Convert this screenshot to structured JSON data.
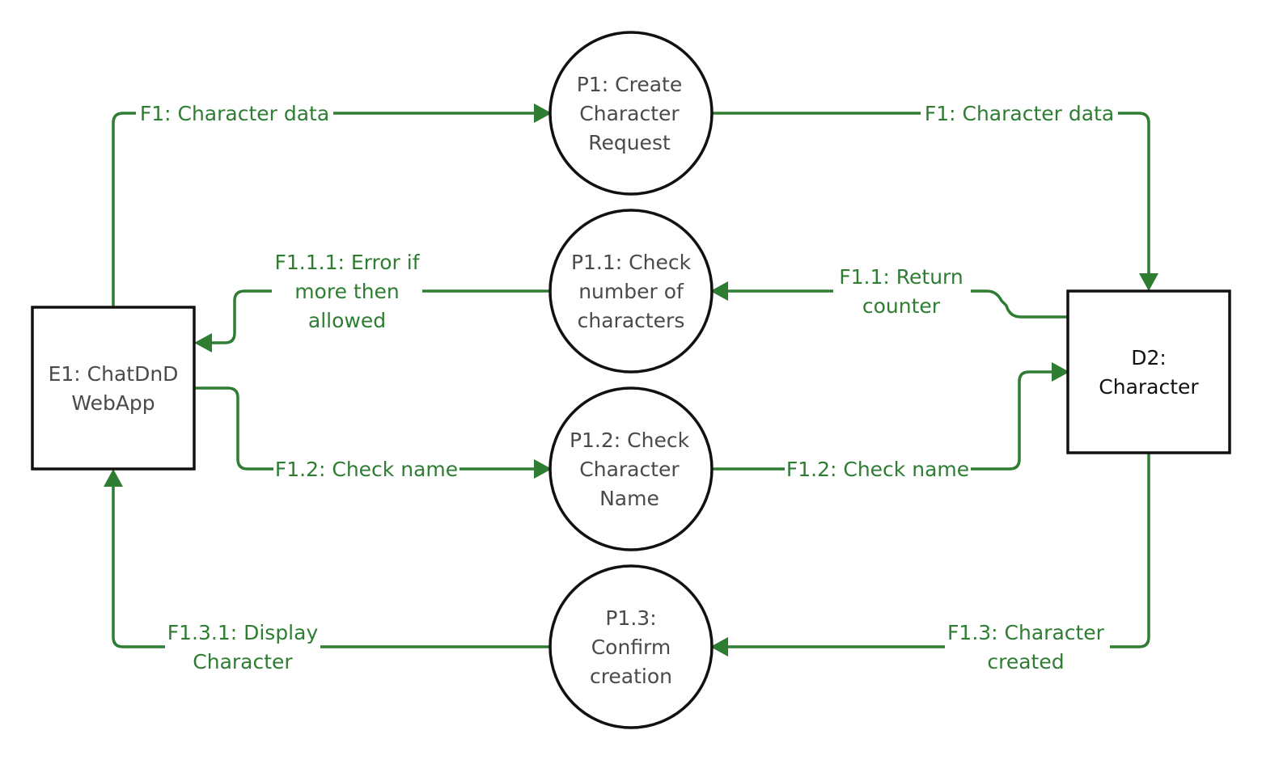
{
  "nodes": {
    "e1": {
      "lines": [
        "E1: ChatDnD",
        "WebApp"
      ]
    },
    "d2": {
      "lines": [
        "D2:",
        "Character"
      ]
    },
    "p1": {
      "lines": [
        "P1: Create",
        "Character",
        "Request"
      ]
    },
    "p11": {
      "lines": [
        "P1.1: Check",
        "number of",
        "characters"
      ]
    },
    "p12": {
      "lines": [
        "P1.2: Check",
        "Character",
        "Name"
      ]
    },
    "p13": {
      "lines": [
        "P1.3:",
        "Confirm",
        "creation"
      ]
    }
  },
  "flows": {
    "f1_left": {
      "lines": [
        "F1: Character data"
      ]
    },
    "f1_right": {
      "lines": [
        "F1: Character data"
      ]
    },
    "f111": {
      "lines": [
        "F1.1.1: Error if",
        "more then",
        "allowed"
      ]
    },
    "f11": {
      "lines": [
        "F1.1: Return",
        "counter"
      ]
    },
    "f12_left": {
      "lines": [
        "F1.2: Check name"
      ]
    },
    "f12_right": {
      "lines": [
        "F1.2: Check name"
      ]
    },
    "f131": {
      "lines": [
        "F1.3.1: Display",
        "Character"
      ]
    },
    "f13": {
      "lines": [
        "F1.3: Character",
        "created"
      ]
    }
  },
  "colors": {
    "flow": "#2e7d32",
    "shape_stroke": "#111111",
    "node_text": "#4a4a4a"
  }
}
